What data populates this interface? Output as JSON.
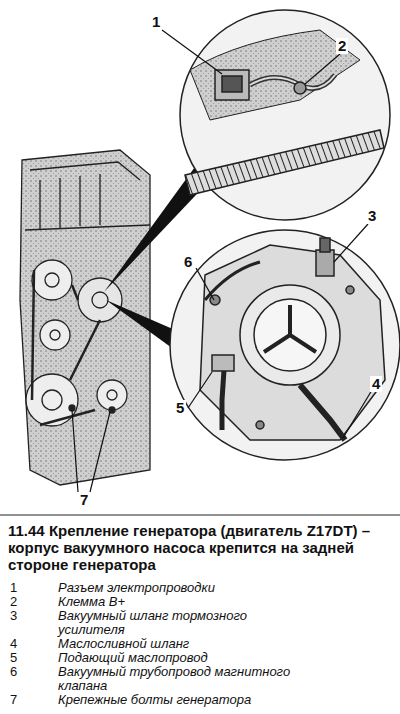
{
  "diagram": {
    "caption": "11.44 Крепление генератора (двигатель Z17DT) – корпус вакуумного насоса крепится на задней стороне генератора",
    "labels": [
      "1",
      "2",
      "3",
      "6",
      "5",
      "4",
      "7",
      "1",
      "Разъем электропроводки",
      "2",
      "Клемма B+",
      "3",
      "Вакуумный шланг тормозного усилителя",
      "4",
      "Маслосливной шланг",
      "5",
      "Подающий маслопровод",
      "6",
      "Вакуумный трубопровод магнитного клапана",
      "7",
      "Крепежные болты генератора"
    ]
  }
}
